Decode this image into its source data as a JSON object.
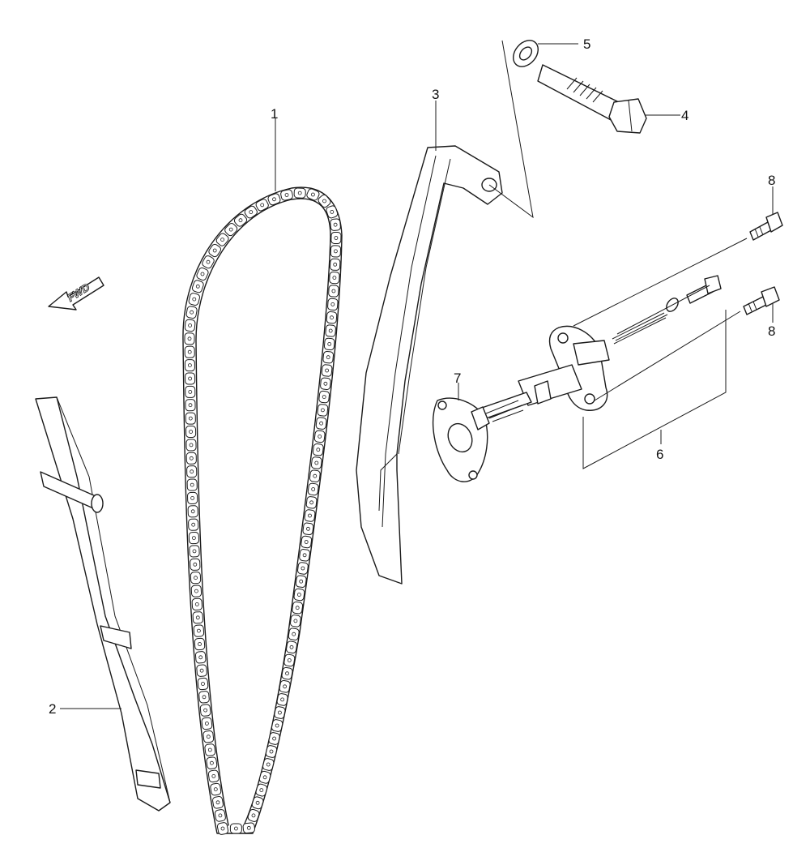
{
  "direction_label": "FWD",
  "callouts": [
    {
      "id": "1",
      "label": "1",
      "part": "cam chain"
    },
    {
      "id": "2",
      "label": "2",
      "part": "chain guide"
    },
    {
      "id": "3",
      "label": "3",
      "part": "tensioner arm"
    },
    {
      "id": "4",
      "label": "4",
      "part": "pivot bolt"
    },
    {
      "id": "5",
      "label": "5",
      "part": "washer"
    },
    {
      "id": "6",
      "label": "6",
      "part": "tensioner assembly"
    },
    {
      "id": "7",
      "label": "7",
      "part": "gasket"
    },
    {
      "id": "8a",
      "label": "8",
      "part": "flange bolt"
    },
    {
      "id": "8b",
      "label": "8",
      "part": "flange bolt"
    }
  ],
  "colors": {
    "line": "#1a1a1a",
    "background": "#ffffff"
  }
}
